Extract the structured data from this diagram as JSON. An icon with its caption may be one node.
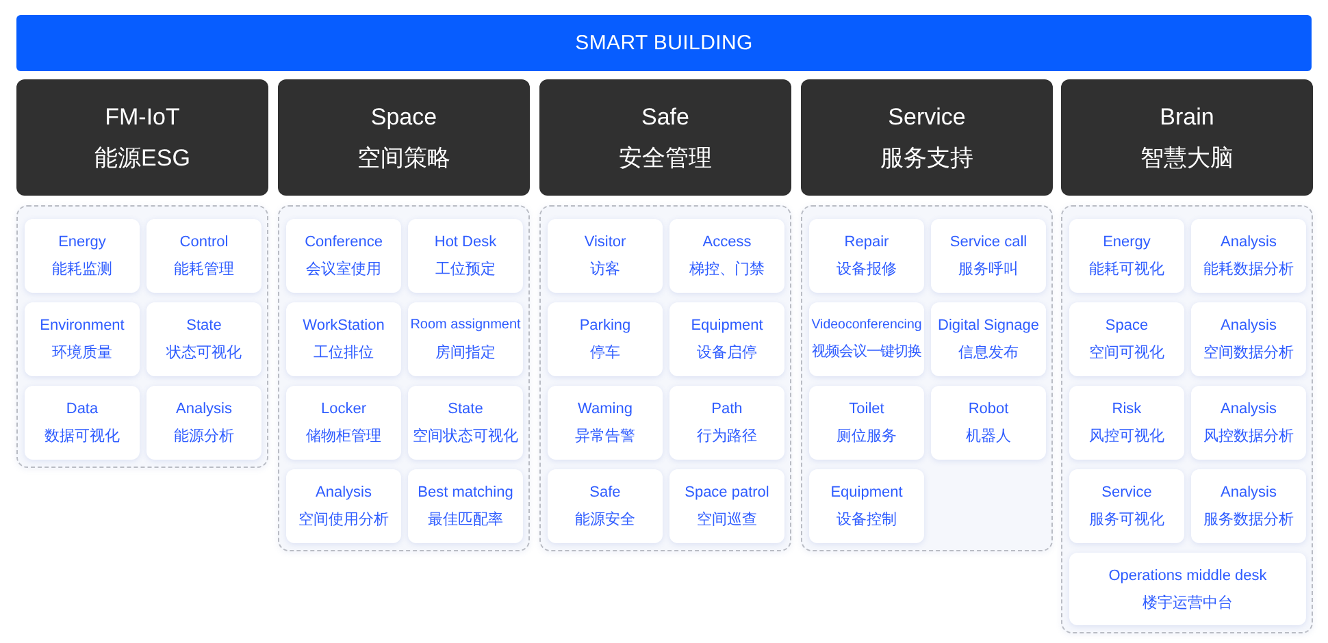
{
  "diagram": {
    "nodes": [
      {
        "text": [
          "SMART BUILDING"
        ]
      },
      {
        "text": [
          "FM-IoT",
          "能源ESG"
        ]
      },
      {
        "text": [],
        "shape": "box"
      },
      {
        "text": [
          "Energy",
          "能耗监测"
        ],
        "in": 2
      },
      {
        "text": [
          "Control",
          "能耗管理"
        ],
        "in": 2
      },
      {
        "text": [
          "Environment",
          "环境质量"
        ],
        "in": 2
      },
      {
        "text": [
          "State",
          "状态可视化"
        ],
        "in": 2
      },
      {
        "text": [
          "Data",
          "数据可视化"
        ],
        "in": 2
      },
      {
        "text": [
          "Analysis",
          "能源分析"
        ],
        "in": 2
      },
      {
        "text": [
          "Space",
          "空间策略"
        ]
      },
      {
        "text": [],
        "shape": "box"
      },
      {
        "text": [
          "Conference",
          "会议室使用"
        ],
        "in": 10
      },
      {
        "text": [
          "Hot Desk",
          "工位预定"
        ],
        "in": 10
      },
      {
        "text": [
          "WorkStation",
          "工位排位"
        ],
        "in": 10
      },
      {
        "text": [
          "Room assignment",
          "房间指定"
        ],
        "in": 10
      },
      {
        "text": [
          "Locker",
          "储物柜管理"
        ],
        "in": 10
      },
      {
        "text": [
          "State",
          "空间状态可视化"
        ],
        "in": 10
      },
      {
        "text": [
          "Analysis",
          "空间使用分析"
        ],
        "in": 10
      },
      {
        "text": [
          "Best matching",
          "最佳匹配率"
        ],
        "in": 10
      },
      {
        "text": [
          "Safe",
          "安全管理"
        ]
      },
      {
        "text": [],
        "shape": "box"
      },
      {
        "text": [
          "Visitor",
          "访客"
        ],
        "in": 20
      },
      {
        "text": [
          "Access",
          "梯控、门禁"
        ],
        "in": 20
      },
      {
        "text": [
          "Parking",
          "停车"
        ],
        "in": 20
      },
      {
        "text": [
          "Equipment",
          "设备启停"
        ],
        "in": 20
      },
      {
        "text": [
          "Waming",
          "异常告警"
        ],
        "in": 20
      },
      {
        "text": [
          "Path",
          "行为路径"
        ],
        "in": 20
      },
      {
        "text": [
          "Safe",
          "能源安全"
        ],
        "in": 20
      },
      {
        "text": [
          "Space patrol",
          "空间巡查"
        ],
        "in": 20
      },
      {
        "text": [
          "Service",
          "服务支持"
        ]
      },
      {
        "text": [],
        "shape": "box"
      },
      {
        "text": [
          "Repair",
          "设备报修"
        ],
        "in": 30
      },
      {
        "text": [
          "Service call",
          "服务呼叫"
        ],
        "in": 30
      },
      {
        "text": [
          "Videoconferencing",
          "视频会议一键切换"
        ],
        "in": 30
      },
      {
        "text": [
          "Digital Signage",
          "信息发布"
        ],
        "in": 30
      },
      {
        "text": [
          "Toilet",
          "厕位服务"
        ],
        "in": 30
      },
      {
        "text": [
          "Robot",
          "机器人"
        ],
        "in": 30
      },
      {
        "text": [
          "Equipment",
          "设备控制"
        ],
        "in": 30
      },
      {
        "text": [
          "Brain",
          "智慧大脑"
        ]
      },
      {
        "text": [],
        "shape": "box"
      },
      {
        "text": [
          "Energy",
          "能耗可视化"
        ],
        "in": 39
      },
      {
        "text": [
          "Analysis",
          "能耗数据分析"
        ],
        "in": 39
      },
      {
        "text": [
          "Space",
          "空间可视化"
        ],
        "in": 39
      },
      {
        "text": [
          "Analysis",
          "空间数据分析"
        ],
        "in": 39
      },
      {
        "text": [
          "Risk",
          "风控可视化"
        ],
        "in": 39
      },
      {
        "text": [
          "Analysis",
          "风控数据分析"
        ],
        "in": 39
      },
      {
        "text": [
          "Service",
          "服务可视化"
        ],
        "in": 39
      },
      {
        "text": [
          "Analysis",
          "服务数据分析"
        ],
        "in": 39
      },
      {
        "text": [
          "Operations middle desk",
          "楼宇运营中台"
        ],
        "in": 39
      }
    ]
  }
}
